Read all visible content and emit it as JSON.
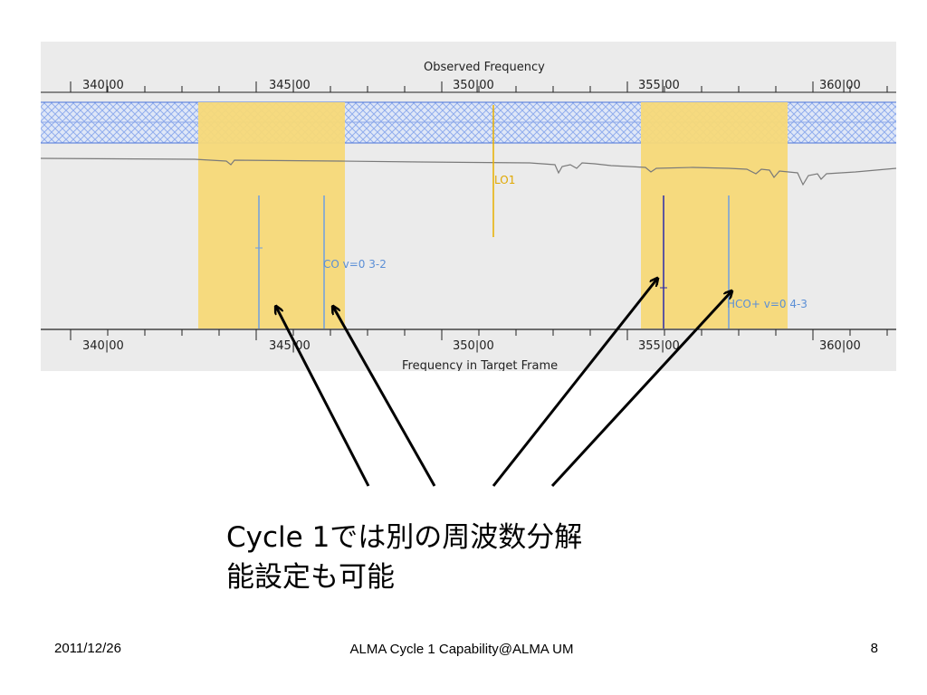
{
  "spectrum": {
    "top_axis_title": "Observed Frequency",
    "bottom_axis_title": "Frequency in Target Frame",
    "tick_labels": [
      "340|00",
      "345|00",
      "350|00",
      "355|00",
      "360|00"
    ],
    "colors": {
      "band": "#f7d978",
      "hatch": "#6f94e8",
      "transition_line": "#6f9fe0",
      "lo_line": "#e8b000",
      "atmosphere": "#7a7a7a",
      "axis": "#222222"
    },
    "line_labels": {
      "co": "CO  v=0 3-2",
      "hco": "HCO+  v=0 4-3",
      "lo": "LO1"
    }
  },
  "caption": {
    "line1": "Cycle 1では別の周波数分解",
    "line2": "能設定も可能"
  },
  "footer": {
    "date": "2011/12/26",
    "title": "ALMA Cycle 1 Capability@ALMA UM",
    "page": "8"
  }
}
